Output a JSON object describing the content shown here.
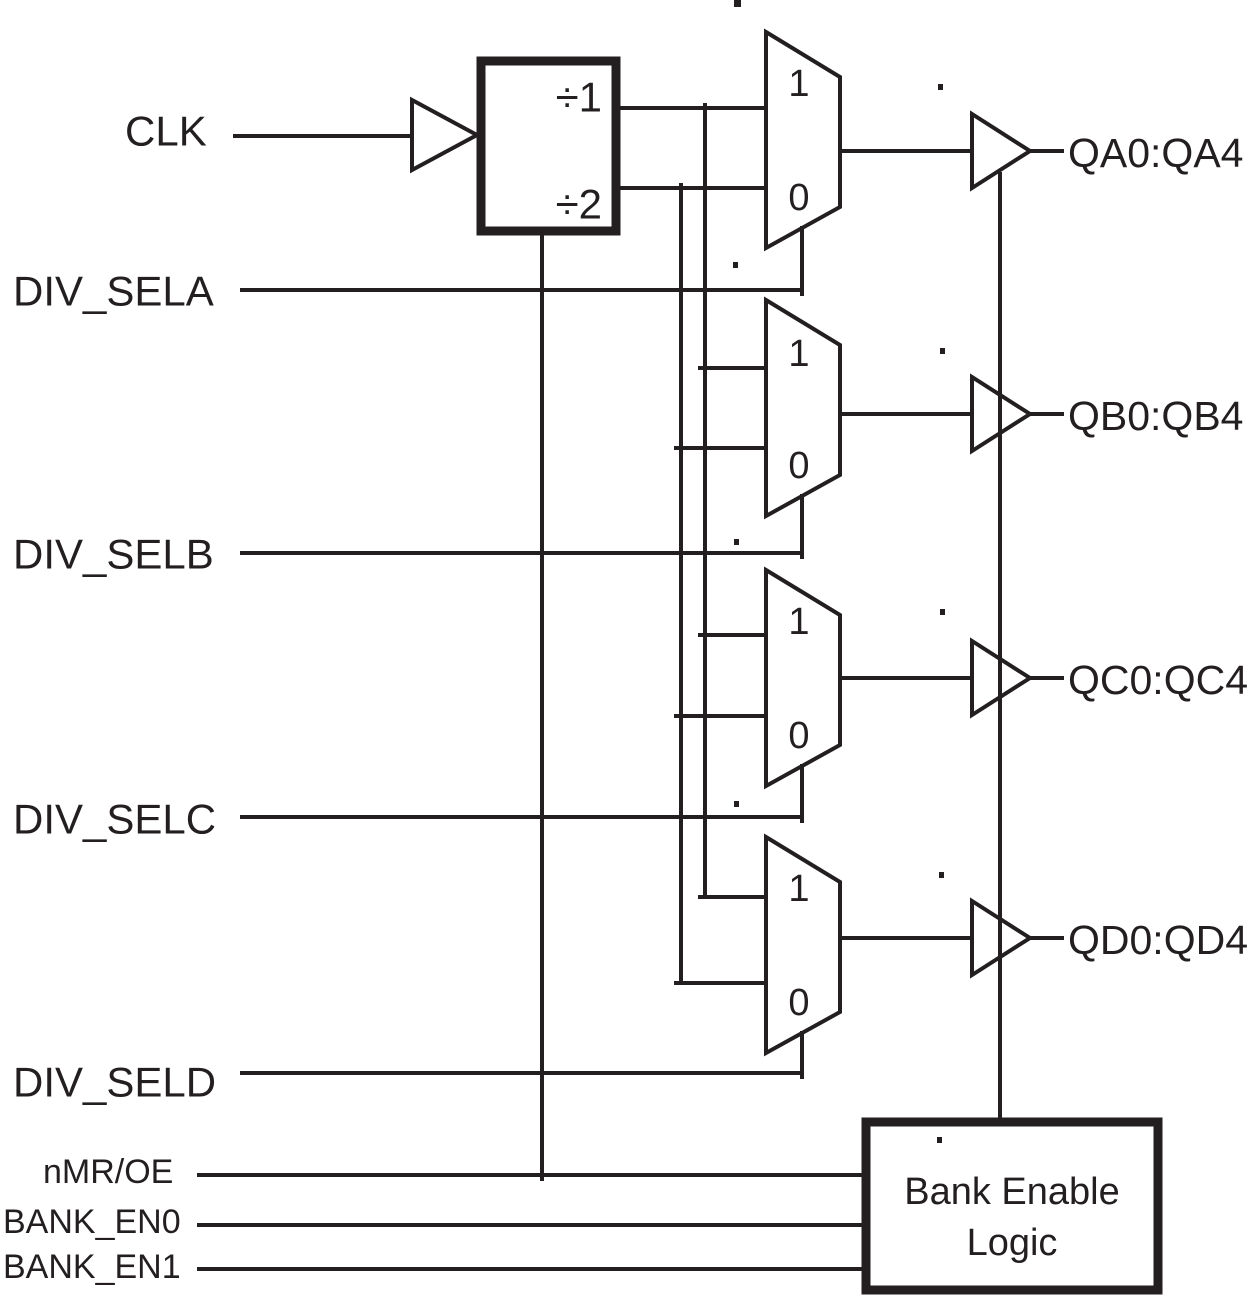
{
  "diagram": {
    "signals": {
      "clk": "CLK",
      "div_sela": "DIV_SELA",
      "div_selb": "DIV_SELB",
      "div_selc": "DIV_SELC",
      "div_seld": "DIV_SELD",
      "nmr_oe": "nMR/OE",
      "bank_en0": "BANK_EN0",
      "bank_en1": "BANK_EN1"
    },
    "divider": {
      "div_by_1": "÷1",
      "div_by_2": "÷2"
    },
    "mux": {
      "input_one": "1",
      "input_zero": "0"
    },
    "outputs": {
      "qa": "QA0:QA4",
      "qb": "QB0:QB4",
      "qc": "QC0:QC4",
      "qd": "QD0:QD4"
    },
    "bank_enable": {
      "line1": "Bank Enable",
      "line2": "Logic"
    }
  }
}
